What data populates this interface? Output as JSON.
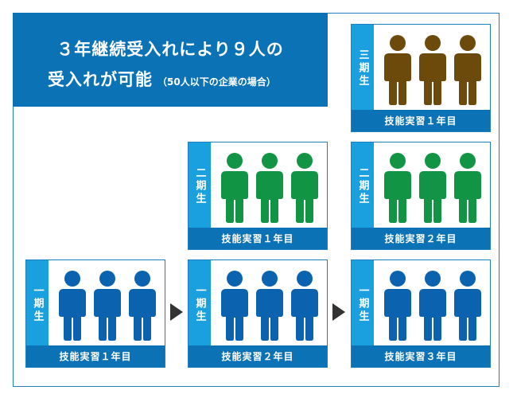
{
  "title": {
    "line1": "３年継続受入れにより９人の",
    "line2": "受入れが可能",
    "note": "（50人以下の企業の場合）"
  },
  "colors": {
    "frame": "#1f7fbf",
    "title_bg": "#0b72b5",
    "side_bg": "#1a9fdf",
    "footer_bg": "#0b72b5",
    "blue_person": "#0b63b0",
    "green_person": "#129445",
    "brown_person": "#6b4a0b",
    "arrow": "#333333"
  },
  "cards": [
    {
      "id": "c1",
      "side_label": "三期生",
      "footer": "技能実習１年目",
      "person_color": "#6b4a0b",
      "people": 3
    },
    {
      "id": "c2",
      "side_label": "二期生",
      "footer": "技能実習１年目",
      "person_color": "#129445",
      "people": 3
    },
    {
      "id": "c3",
      "side_label": "二期生",
      "footer": "技能実習２年目",
      "person_color": "#129445",
      "people": 3
    },
    {
      "id": "c4",
      "side_label": "一期生",
      "footer": "技能実習１年目",
      "person_color": "#0b63b0",
      "people": 3
    },
    {
      "id": "c5",
      "side_label": "一期生",
      "footer": "技能実習２年目",
      "person_color": "#0b63b0",
      "people": 3
    },
    {
      "id": "c6",
      "side_label": "一期生",
      "footer": "技能実習３年目",
      "person_color": "#0b63b0",
      "people": 3
    }
  ]
}
